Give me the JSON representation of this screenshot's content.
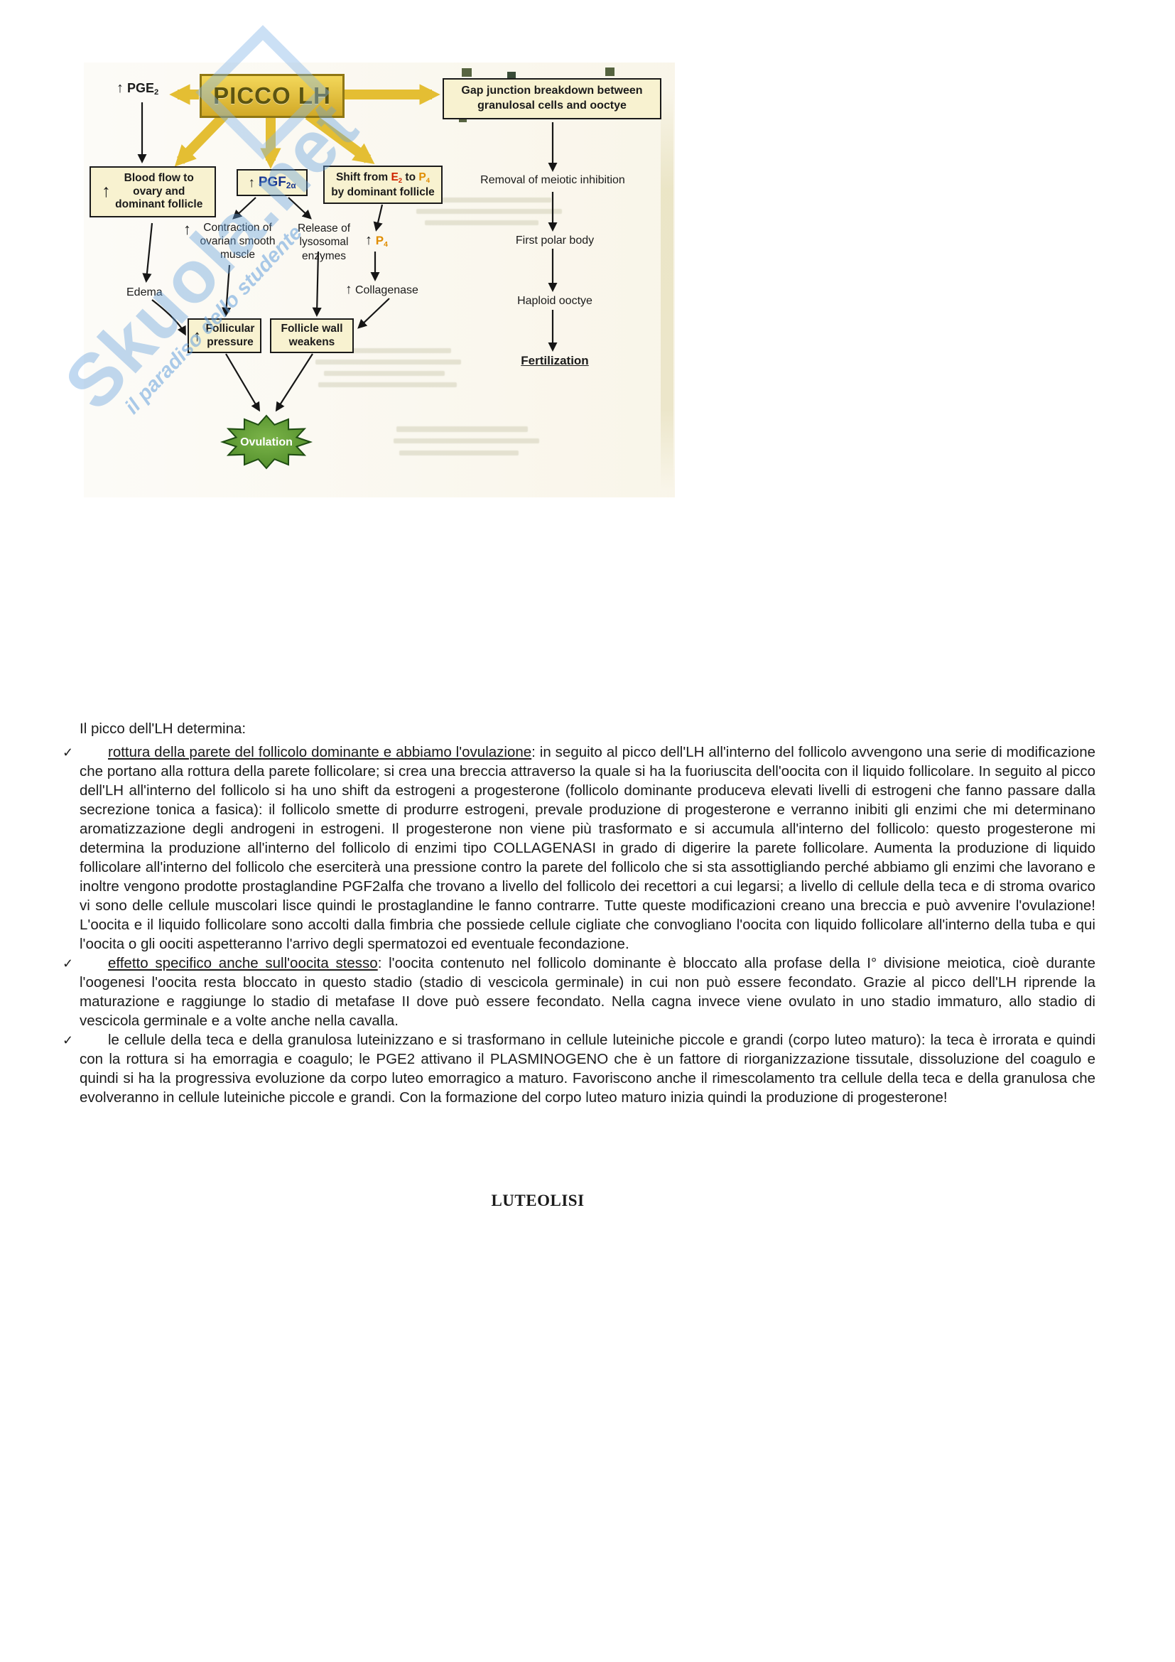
{
  "colors": {
    "arrow_gold": "#e4be33",
    "box_fill": "#f8f2d0",
    "e2_red": "#cf2400",
    "p4_orange": "#e08d00",
    "pgf_blue": "#17348f",
    "ovulation_green": "#67a33a",
    "watermark_blue": "#64a0dc"
  },
  "diagram": {
    "watermark": {
      "brand": "Skuola.net",
      "tagline": "il paradiso dello studente"
    },
    "nodes": {
      "pge2": {
        "arrow": "↑",
        "label": "PGE",
        "sub": "2"
      },
      "picco_lh": {
        "label": "PICCO LH"
      },
      "gap_junction": {
        "label": "Gap junction breakdown between granulosal cells and ooctye"
      },
      "blood_flow": {
        "arrow": "↑",
        "label": "Blood flow to ovary and dominant follicle"
      },
      "pgf2a": {
        "arrow": "↑",
        "label": "PGF",
        "sub": "2α"
      },
      "shift": {
        "pre": "Shift from ",
        "e2": "E",
        "e2sub": "2",
        "mid": " to ",
        "p4": "P",
        "p4sub": "4",
        "post": " by dominant follicle"
      },
      "removal": {
        "label": "Removal of meiotic inhibition"
      },
      "contraction": {
        "arrow": "↑",
        "label": "Contraction of ovarian smooth muscle"
      },
      "release": {
        "label": "Release of lysosomal enzymes"
      },
      "p4": {
        "arrow": "↑",
        "label": "P",
        "sub": "4"
      },
      "edema": {
        "label": "Edema"
      },
      "collagenase": {
        "arrow": "↑",
        "label": "Collagenase"
      },
      "first_polar_body": {
        "label": "First polar body"
      },
      "haploid_oocyte": {
        "label": "Haploid ooctye"
      },
      "follicular_pressure": {
        "arrow": "↑",
        "label": "Follicular pressure"
      },
      "follicle_wall": {
        "label": "Follicle wall weakens"
      },
      "fertilization": {
        "label": "Fertilization"
      },
      "ovulation": {
        "label": "Ovulation"
      }
    }
  },
  "text": {
    "intro": "Il picco dell'LH determina:",
    "bullet_mark": "✓",
    "bullets": [
      {
        "lead": "rottura della parete del follicolo dominante e abbiamo l'ovulazione",
        "rest": ": in seguito al picco dell'LH all'interno del follicolo avvengono una serie di modificazione che portano alla rottura della parete follicolare; si crea una breccia attraverso la quale si ha la fuoriuscita dell'oocita con il liquido follicolare. In seguito al picco dell'LH all'interno del follicolo si ha uno shift da estrogeni a progesterone (follicolo dominante produceva elevati livelli di estrogeni che fanno passare dalla secrezione tonica a fasica): il follicolo smette di produrre estrogeni, prevale produzione di progesterone e verranno inibiti gli enzimi che mi determinano aromatizzazione degli androgeni in estrogeni. Il progesterone non viene più trasformato e si accumula all'interno del follicolo: questo progesterone mi determina la produzione all'interno del follicolo di enzimi tipo COLLAGENASI in grado di digerire la parete follicolare. Aumenta la produzione di liquido follicolare all'interno del follicolo che eserciterà una pressione contro la parete del follicolo che si sta assottigliando perché abbiamo gli enzimi che lavorano e inoltre vengono prodotte prostaglandine PGF2alfa che trovano a livello del follicolo dei recettori a cui legarsi; a livello di cellule della teca e di stroma ovarico vi sono delle cellule muscolari lisce quindi le prostaglandine le fanno contrarre. Tutte queste modificazioni creano una breccia e può avvenire l'ovulazione! L'oocita e il liquido follicolare sono accolti dalla fimbria che possiede cellule cigliate che convogliano l'oocita con liquido follicolare all'interno della tuba e qui l'oocita o gli oociti aspetteranno l'arrivo degli spermatozoi ed eventuale fecondazione."
      },
      {
        "lead": "effetto specifico anche sull'oocita stesso",
        "rest": ": l'oocita contenuto nel follicolo dominante è bloccato alla profase della I° divisione meiotica, cioè durante l'oogenesi l'oocita resta bloccato in questo stadio (stadio di vescicola germinale) in cui non può essere fecondato. Grazie al picco dell'LH riprende la maturazione e raggiunge lo stadio di metafase II dove può essere fecondato. Nella cagna invece viene ovulato in uno stadio immaturo, allo stadio di vescicola germinale e a volte anche nella cavalla."
      },
      {
        "lead": "",
        "rest": "le cellule della teca e della granulosa luteinizzano e si trasformano in cellule luteiniche piccole e grandi (corpo luteo maturo): la teca è irrorata e quindi con la rottura si ha emorragia e coagulo; le PGE2 attivano il PLASMINOGENO che è un fattore di riorganizzazione tissutale, dissoluzione del coagulo e quindi si ha la progressiva evoluzione da corpo luteo emorragico a maturo. Favoriscono anche il rimescolamento tra cellule della teca e della granulosa che evolveranno in cellule luteiniche piccole e grandi. Con la formazione del corpo luteo maturo inizia quindi la produzione di progesterone!"
      }
    ],
    "footer_title": "LUTEOLISI"
  }
}
